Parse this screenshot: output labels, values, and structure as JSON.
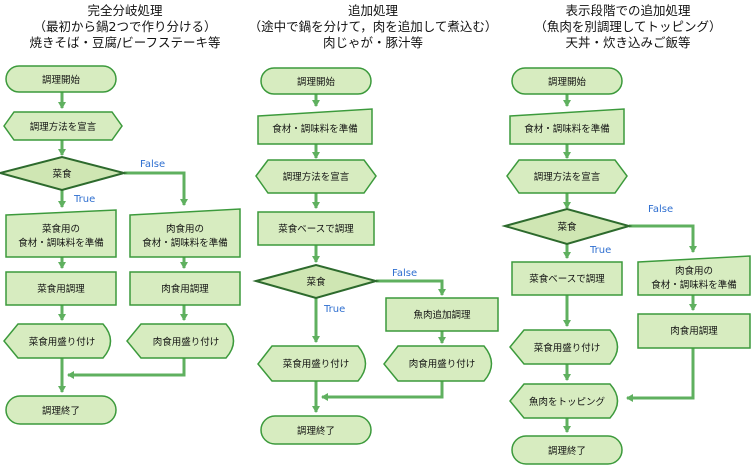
{
  "columns": [
    {
      "title": "完全分岐処理",
      "subtitle": "（最初から鍋2つで作り分ける）",
      "examples": "焼きそば・豆腐/ビーフステーキ等",
      "nodes": {
        "start": "調理開始",
        "declare": "調理方法を宣言",
        "decision": "菜食",
        "veg_prep_1": "菜食用の",
        "veg_prep_2": "食材・調味料を準備",
        "meat_prep_1": "肉食用の",
        "meat_prep_2": "食材・調味料を準備",
        "veg_cook": "菜食用調理",
        "meat_cook": "肉食用調理",
        "veg_serve": "菜食用盛り付け",
        "meat_serve": "肉食用盛り付け",
        "end": "調理終了"
      },
      "true_label": "True",
      "false_label": "False"
    },
    {
      "title": "追加処理",
      "subtitle": "（途中で鍋を分けて，肉を追加して煮込む）",
      "examples": "肉じゃが・豚汁等",
      "nodes": {
        "start": "調理開始",
        "prep": "食材・調味料を準備",
        "declare": "調理方法を宣言",
        "cook": "菜食ベースで調理",
        "decision": "菜食",
        "meat_add": "魚肉追加調理",
        "veg_serve": "菜食用盛り付け",
        "meat_serve": "肉食用盛り付け",
        "end": "調理終了"
      },
      "true_label": "True",
      "false_label": "False"
    },
    {
      "title": "表示段階での追加処理",
      "subtitle": "（魚肉を別調理してトッピング）",
      "examples": "天丼・炊き込みご飯等",
      "nodes": {
        "start": "調理開始",
        "prep": "食材・調味料を準備",
        "declare": "調理方法を宣言",
        "decision": "菜食",
        "veg_cook": "菜食ベースで調理",
        "meat_prep_1": "肉食用の",
        "meat_prep_2": "食材・調味料を準備",
        "meat_cook": "肉食用調理",
        "veg_serve": "菜食用盛り付け",
        "topping": "魚肉をトッピング",
        "end": "調理終了"
      },
      "true_label": "True",
      "false_label": "False"
    }
  ],
  "colors": {
    "fill": "#d7ecc0",
    "stroke": "#3c9a3c",
    "connector": "#5fb05f",
    "decision_fill": "#cfe6b3",
    "decision_stroke": "#2d6a2d",
    "branch_label": "#2f6fd0"
  }
}
